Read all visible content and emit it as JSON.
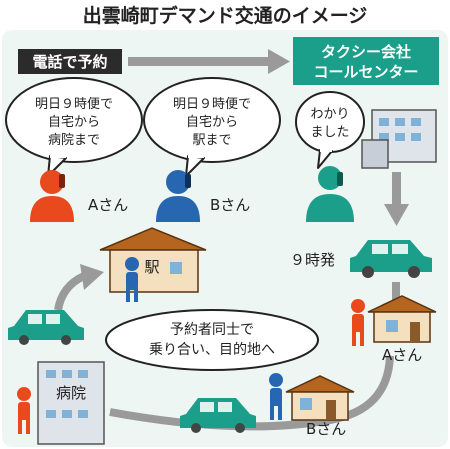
{
  "title": "出雲崎町デマンド交通のイメージ",
  "call_label": "電話で予約",
  "taxi_company": [
    "タクシー会社",
    "コールセンター"
  ],
  "bubbles": {
    "a_request": [
      "明日９時便で",
      "自宅から",
      "病院まで"
    ],
    "b_request": [
      "明日９時便で",
      "自宅から",
      "駅まで"
    ],
    "center_reply": [
      "わかり",
      "ました"
    ],
    "shared_ride": [
      "予約者同士で",
      "乗り合い、目的地へ"
    ]
  },
  "people": {
    "a": "Aさん",
    "b": "Bさん"
  },
  "departure": "９時発",
  "places": {
    "station": "駅",
    "hospital": "病院",
    "house_a": "Aさん",
    "house_b": "Bさん"
  },
  "colors": {
    "teal": "#1b9e8a",
    "orange": "#e8491d",
    "blue": "#2766b0",
    "navy": "#1c3a5e",
    "arrow_gray": "#9a9a9a",
    "bg_tint": "#eef6f3",
    "house_roof": "#b5651d",
    "house_wall": "#f4dfbe",
    "building": "#dfe3ea"
  }
}
